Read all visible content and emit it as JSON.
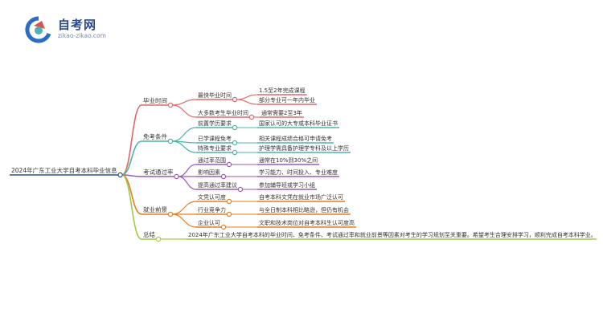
{
  "brand": {
    "name": "自考网",
    "domain": "zikao-zikao.com",
    "colors": {
      "blue": "#2b4a8a",
      "red": "#d9534f",
      "teal": "#4fb3b0"
    }
  },
  "mindmap": {
    "root": "2024年广东工业大学自考本科毕业信息",
    "branches": [
      {
        "label": "毕业时间",
        "color": "#e06666",
        "children": [
          {
            "label": "最快毕业时间",
            "leaves": [
              "1.5至2年完成课程",
              "部分专业可一年内毕业"
            ]
          },
          {
            "label": "大多数考生毕业时间",
            "leaves": [
              "通常需要2至3年"
            ]
          }
        ]
      },
      {
        "label": "免考条件",
        "color": "#4bb3a8",
        "children": [
          {
            "label": "前置学历要求",
            "leaves": [
              "国家认可的大专或本科毕业证书"
            ]
          },
          {
            "label": "已学课程免考",
            "leaves": [
              "相关课程成绩合格可申请免考"
            ]
          },
          {
            "label": "特殊专业要求",
            "leaves": [
              "护理学需具备护理学专科及以上学历"
            ]
          }
        ]
      },
      {
        "label": "考试通过率",
        "color": "#9b59b6",
        "children": [
          {
            "label": "通过率范围",
            "leaves": [
              "通常在10%到30%之间"
            ]
          },
          {
            "label": "影响因素",
            "leaves": [
              "学习能力、时间投入、专业难度"
            ]
          },
          {
            "label": "提高通过率建议",
            "leaves": [
              "参加辅导班或学习小组"
            ]
          }
        ]
      },
      {
        "label": "就业前景",
        "color": "#e67e22",
        "children": [
          {
            "label": "文凭认可度",
            "leaves": [
              "自考本科文凭在就业市场广泛认可"
            ]
          },
          {
            "label": "行业竞争力",
            "leaves": [
              "与全日制本科相比略逊，但仍有机会"
            ]
          },
          {
            "label": "企业认可",
            "leaves": [
              "文职和技术岗位对自考本科生认可度高"
            ]
          }
        ]
      },
      {
        "label": "总结",
        "color": "#a0c94a",
        "children": [],
        "leaves": [
          "2024年广东工业大学自考本科的毕业时间、免考条件、考试通过率和就业前景等因素对考生的学习规划至关重要。希望考生合理安排学习，顺利完成自考本科学业。"
        ]
      }
    ]
  }
}
